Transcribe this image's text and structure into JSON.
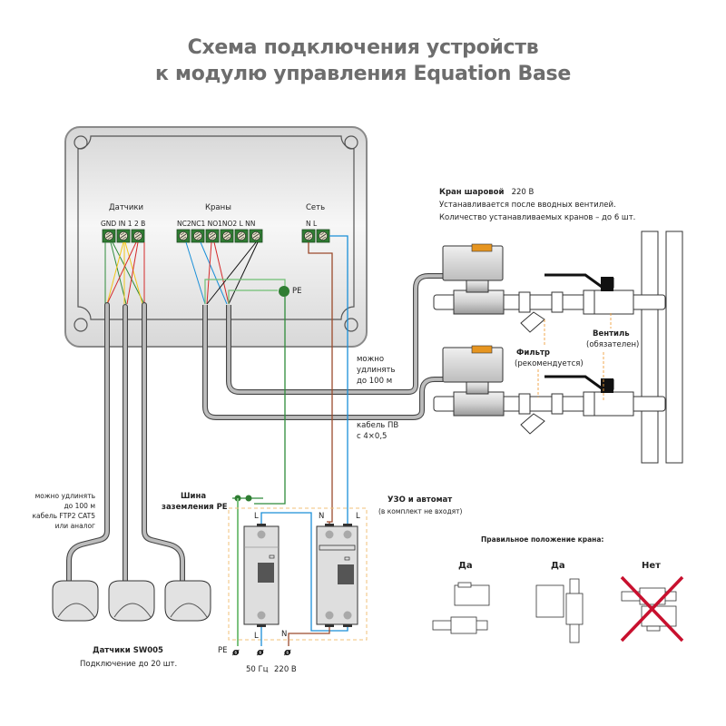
{
  "title": {
    "line1": "Схема подключения устройств",
    "line2": "к модулю управления Equation Base"
  },
  "module": {
    "groups": [
      {
        "label": "Датчики",
        "terminals": [
          "GND",
          "IN",
          "12 В"
        ],
        "terminal_header": "GND  IN  1 2 В"
      },
      {
        "label": "Краны",
        "terminals": [
          "NC2",
          "NC1",
          "NO1",
          "NO2",
          "L",
          "N"
        ],
        "terminal_header": "NC2NC1  NO1NO2   L    NN"
      },
      {
        "label": "Сеть",
        "terminals": [
          "N",
          "L"
        ],
        "terminal_header": "N    L"
      }
    ],
    "pe_label": "PE"
  },
  "valve_info": {
    "name": "Кран шаровой",
    "voltage": "220 В",
    "line1": "Устанавливается после вводных вентилей.",
    "line2": "Количество устанавливаемых кранов – до 6 шт."
  },
  "valve_cable": {
    "line1": "можно",
    "line2": "удлинять",
    "line3": "до 100 м"
  },
  "power_cable": {
    "line1": "кабель ПВ",
    "line2": "с 4×0,5"
  },
  "filter": {
    "name": "Фильтр",
    "note": "(рекомендуется)"
  },
  "shutoff": {
    "name": "Вентиль",
    "note": "(обязателен)"
  },
  "sensor_cable": {
    "line1": "можно удлинять",
    "line2": "до 100 м",
    "line3": "кабель FTP2 CAT5",
    "line4": "или аналог"
  },
  "sensors": {
    "name": "Датчики SW005",
    "note": "Подключение до 20 шт."
  },
  "pe_bus": {
    "line1": "Шина",
    "line2": "заземления PE"
  },
  "rcd": {
    "name": "УЗО и автомат",
    "note": "(в комплект не входят)"
  },
  "breaker_labels": {
    "top_left_L": "L",
    "top_N": "N",
    "top_L": "L",
    "bottom_L": "L",
    "bottom_N": "N"
  },
  "supply": {
    "pe": "PE",
    "freq": "50 Гц",
    "voltage": "220 В"
  },
  "orientation": {
    "title": "Правильное положение крана:",
    "options": [
      {
        "label": "Да",
        "correct": true
      },
      {
        "label": "Да",
        "correct": true
      },
      {
        "label": "Нет",
        "correct": false
      }
    ]
  },
  "colors": {
    "wire_green": "#2e8b3a",
    "wire_blue": "#1a8fd8",
    "wire_red": "#d42a2a",
    "wire_yellow": "#f2c618",
    "wire_brown": "#9b4a2c",
    "terminal_green": "#2f7d32",
    "actuator_orange": "#e69520",
    "cross_red": "#c8102e",
    "dashed_orange": "#f0c27a"
  }
}
